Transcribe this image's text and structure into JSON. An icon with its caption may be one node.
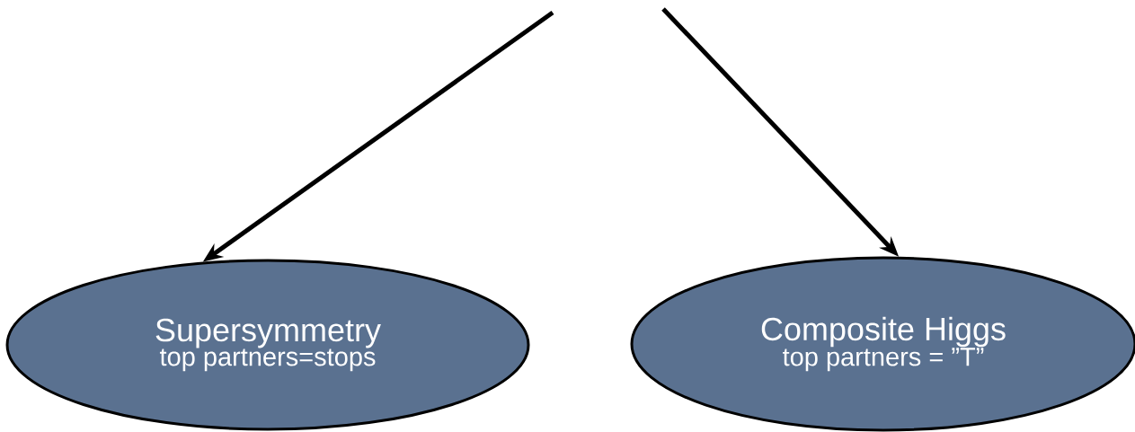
{
  "diagram": {
    "nodes": [
      {
        "text": [
          "Supersymmetry",
          "top partners=stops"
        ]
      },
      {
        "text": [
          "Composite Higgs",
          "top partners = ”T”"
        ]
      }
    ],
    "edges": [
      {
        "from": null,
        "to": 0,
        "arrow": "to"
      },
      {
        "from": null,
        "to": 1,
        "arrow": "to"
      }
    ]
  }
}
